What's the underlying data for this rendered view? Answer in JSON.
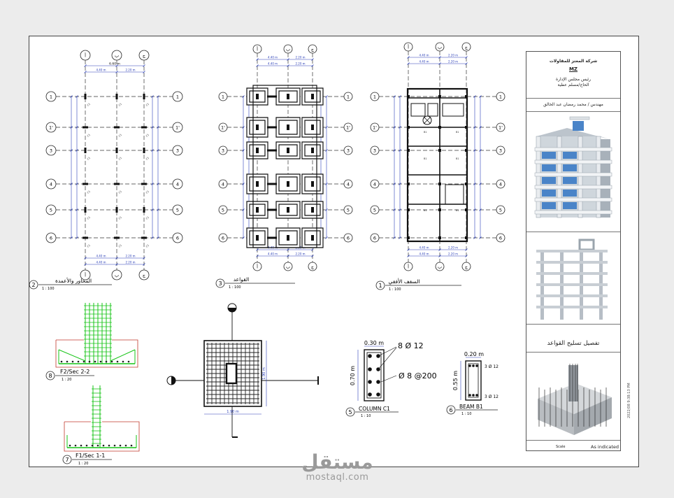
{
  "title_block": {
    "company": "شركة المعتز للمقاولات",
    "logo": "MZ",
    "chairman_title": "رئيس مجلس الإدارة",
    "chairman_name": "الحاج/مسلم عطية",
    "engineer": "مهندس / محمد رمضان عبد الخالق",
    "footing_caption": "تفصيل تسليح القواعد",
    "scale_label": "Scale",
    "scale_value": "As indicated",
    "vertical_id": "2022/08 9:38:13 PM"
  },
  "views": {
    "axes_plan": {
      "num": "2",
      "title": "المحاور والأعمدة",
      "scale": "1 : 100",
      "total_width": "6.60 m",
      "bay_left": "4.40 m",
      "bay_right": "2.20 m"
    },
    "footing_plan": {
      "num": "3",
      "title": "القواعد",
      "scale": "1 : 100",
      "bay_left": "4.40 m",
      "bay_right": "2.20 m"
    },
    "roof_plan": {
      "num": "1",
      "title": "السقف الأفقي",
      "scale": "1 : 100",
      "bay_left": "4.40 m",
      "bay_right": "2.20 m"
    },
    "f2": {
      "num": "8",
      "title": "F2/Sec 2-2",
      "scale": "1 : 20"
    },
    "f1": {
      "num": "7",
      "title": "F1/Sec 1-1",
      "scale": "1 : 20"
    },
    "footing_detail": {
      "dim_width": "1.90 m",
      "dim_height": "1.90 m"
    },
    "column": {
      "num": "5",
      "title": "COLUMN  C1",
      "scale": "1 : 10",
      "width": "0.30 m",
      "depth": "0.70 m",
      "main_bars": "8 Ø 12",
      "stirrups": "Ø 8 @200"
    },
    "beam": {
      "num": "6",
      "title": "BEAM  B1",
      "scale": "1 : 10",
      "width": "0.20 m",
      "depth": "0.55 m",
      "top_bars": "3 Ø 12",
      "bottom_bars": "3 Ø 12"
    }
  },
  "grid": {
    "rows": [
      "1",
      "1'",
      "3",
      "4",
      "5",
      "6"
    ],
    "columns": [
      "أ",
      "ب",
      "ج"
    ]
  },
  "watermark": {
    "arabic": "مستقل",
    "latin": "mostaql.com"
  }
}
